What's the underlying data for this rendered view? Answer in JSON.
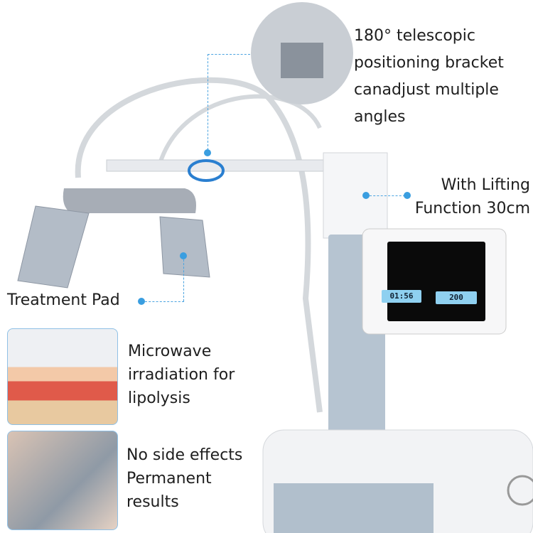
{
  "callouts": {
    "bracket": "180° telescopic positioning bracket canadjust multiple angles",
    "lifting": "With Lifting Function 30cm",
    "pad": "Treatment Pad"
  },
  "features": [
    {
      "text": "Microwave irradiation for lipolysis"
    },
    {
      "text": "No side effects Permanent results"
    }
  ],
  "screen": {
    "timer": "01:56",
    "power": "200"
  },
  "colors": {
    "accent": "#3a9ee0",
    "device": "#f2f3f5",
    "panel": "#a9b8c6"
  }
}
